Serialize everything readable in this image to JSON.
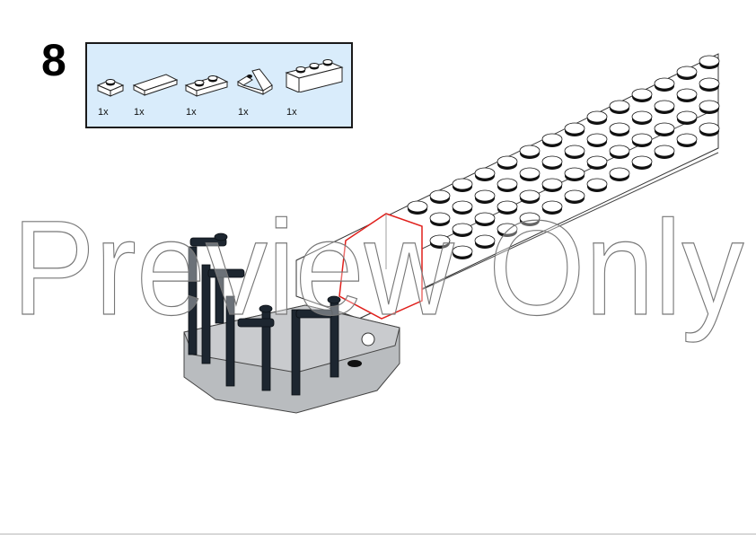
{
  "step": {
    "number": "8"
  },
  "parts_list": {
    "items": [
      {
        "name": "plate-1x1",
        "qty": "1x"
      },
      {
        "name": "tile-1x2",
        "qty": "1x"
      },
      {
        "name": "plate-1x2",
        "qty": "1x"
      },
      {
        "name": "slope-1x2",
        "qty": "1x"
      },
      {
        "name": "brick-1x3",
        "qty": "1x"
      }
    ],
    "background": "#d9ecfb"
  },
  "watermark": {
    "text": "Preview Only"
  },
  "colors": {
    "highlight": "#e0201c",
    "dark_part": "#1d2630",
    "base_grey": "#b9bcbf"
  }
}
